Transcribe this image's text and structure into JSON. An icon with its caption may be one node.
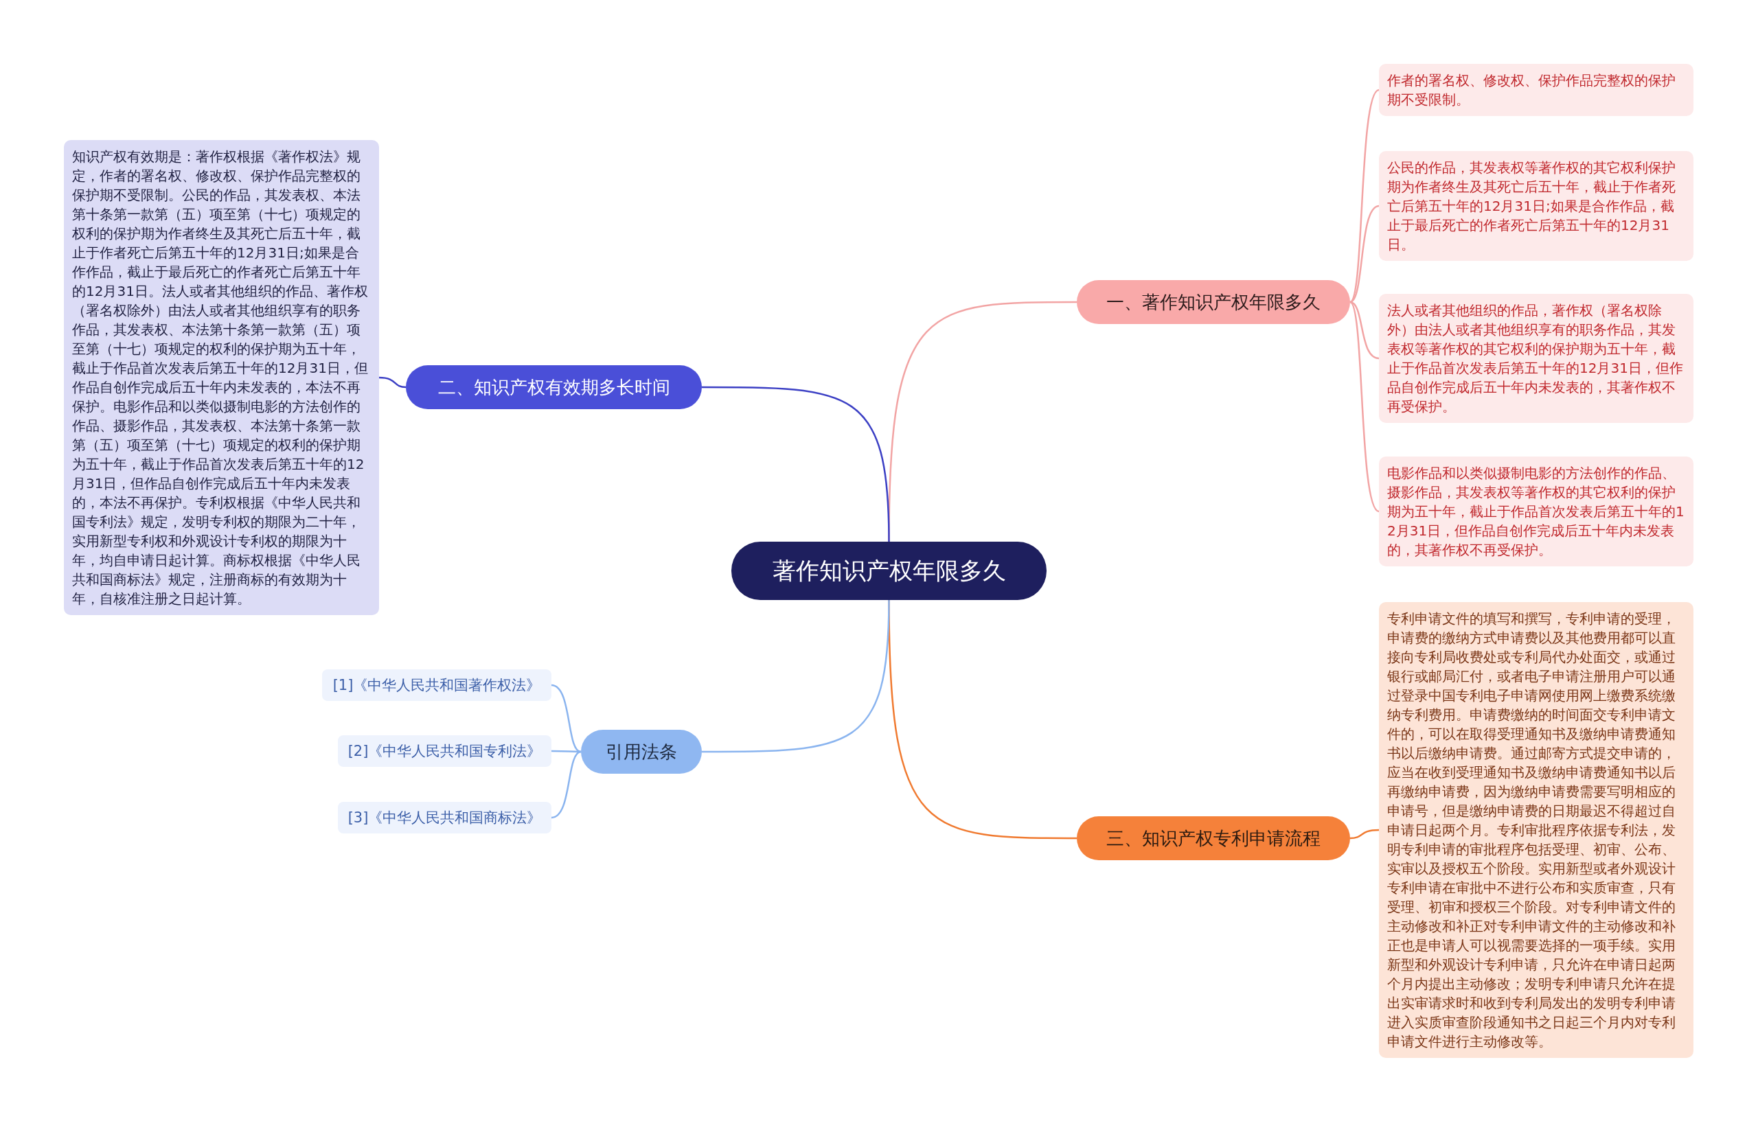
{
  "diagram": {
    "nodes": [
      {
        "text": [
          "著作知识产权年限多久"
        ]
      },
      {
        "text": [
          "一、著作知识产权年限多久"
        ]
      },
      {
        "text": [
          "作者的署名权、修改权、保护作品完整权的保护期不受限制。"
        ]
      },
      {
        "text": [
          "公民的作品，其发表权等著作权的其它权利保护期为作者终生及其死亡后五十年，截止于作者死亡后第五十年的12月31日;如果是合作作品，截止于最后死亡的作者死亡后第五十年的12月31日。"
        ]
      },
      {
        "text": [
          "法人或者其他组织的作品，著作权（署名权除外）由法人或者其他组织享有的职务作品，其发表权等著作权的其它权利的保护期为五十年，截止于作品首次发表后第五十年的12月31日，但作品自创作完成后五十年内未发表的，其著作权不再受保护。"
        ]
      },
      {
        "text": [
          "电影作品和以类似摄制电影的方法创作的作品、摄影作品，其发表权等著作权的其它权利的保护期为五十年，截止于作品首次发表后第五十年的12月31日，但作品自创作完成后五十年内未发表的，其著作权不再受保护。"
        ]
      },
      {
        "text": [
          "二、知识产权有效期多长时间"
        ]
      },
      {
        "text": [
          "知识产权有效期是：著作权根据《著作权法》规定，作者的署名权、修改权、保护作品完整权的保护期不受限制。公民的作品，其发表权、本法第十条第一款第（五）项至第（十七）项规定的权利的保护期为作者终生及其死亡后五十年，截止于作者死亡后第五十年的12月31日;如果是合作作品，截止于最后死亡的作者死亡后第五十年的12月31日。法人或者其他组织的作品、著作权（署名权除外）由法人或者其他组织享有的职务作品，其发表权、本法第十条第一款第（五）项至第（十七）项规定的权利的保护期为五十年，截止于作品首次发表后第五十年的12月31日，但作品自创作完成后五十年内未发表的，本法不再保护。电影作品和以类似摄制电影的方法创作的作品、摄影作品，其发表权、本法第十条第一款第（五）项至第（十七）项规定的权利的保护期为五十年，截止于作品首次发表后第五十年的12月31日，但作品自创作完成后五十年内未发表的，本法不再保护。专利权根据《中华人民共和国专利法》规定，发明专利权的期限为二十年，实用新型专利权和外观设计专利权的期限为十年，均自申请日起计算。商标权根据《中华人民共和国商标法》规定，注册商标的有效期为十年，自核准注册之日起计算。"
        ]
      },
      {
        "text": [
          "三、知识产权专利申请流程"
        ]
      },
      {
        "text": [
          "专利申请文件的填写和撰写，专利申请的受理，申请费的缴纳方式申请费以及其他费用都可以直接向专利局收费处或专利局代办处面交，或通过银行或邮局汇付，或者电子申请注册用户可以通过登录中国专利电子申请网使用网上缴费系统缴纳专利费用。申请费缴纳的时间面交专利申请文件的，可以在取得受理通知书及缴纳申请费通知书以后缴纳申请费。通过邮寄方式提交申请的，应当在收到受理通知书及缴纳申请费通知书以后再缴纳申请费，因为缴纳申请费需要写明相应的申请号，但是缴纳申请费的日期最迟不得超过自申请日起两个月。专利审批程序依据专利法，发明专利申请的审批程序包括受理、初审、公布、实审以及授权五个阶段。实用新型或者外观设计专利申请在审批中不进行公布和实质审查，只有受理、初审和授权三个阶段。对专利申请文件的主动修改和补正对专利申请文件的主动修改和补正也是申请人可以视需要选择的一项手续。实用新型和外观设计专利申请，只允许在申请日起两个月内提出主动修改；发明专利申请只允许在提出实审请求时和收到专利局发出的发明专利申请进入实质审查阶段通知书之日起三个月内对专利申请文件进行主动修改等。"
        ]
      },
      {
        "text": [
          "引用法条"
        ]
      },
      {
        "text": [
          "[1]《中华人民共和国著作权法》"
        ]
      },
      {
        "text": [
          "[2]《中华人民共和国专利法》"
        ]
      },
      {
        "text": [
          "[3]《中华人民共和国商标法》"
        ]
      }
    ],
    "edges": [
      {
        "from": 0,
        "to": 1,
        "arrow": "none",
        "color": "#f2a4a4"
      },
      {
        "from": 1,
        "to": 2,
        "arrow": "none",
        "color": "#f2a4a4"
      },
      {
        "from": 1,
        "to": 3,
        "arrow": "none",
        "color": "#f2a4a4"
      },
      {
        "from": 1,
        "to": 4,
        "arrow": "none",
        "color": "#f2a4a4"
      },
      {
        "from": 1,
        "to": 5,
        "arrow": "none",
        "color": "#f2a4a4"
      },
      {
        "from": 0,
        "to": 6,
        "arrow": "none",
        "color": "#3b3fc4"
      },
      {
        "from": 6,
        "to": 7,
        "arrow": "none",
        "color": "#3b3fc4"
      },
      {
        "from": 0,
        "to": 8,
        "arrow": "none",
        "color": "#f07a30"
      },
      {
        "from": 8,
        "to": 9,
        "arrow": "none",
        "color": "#f07a30"
      },
      {
        "from": 0,
        "to": 10,
        "arrow": "none",
        "color": "#8ab4ef"
      },
      {
        "from": 10,
        "to": 11,
        "arrow": "none",
        "color": "#8ab4ef"
      },
      {
        "from": 10,
        "to": 12,
        "arrow": "none",
        "color": "#8ab4ef"
      },
      {
        "from": 10,
        "to": 13,
        "arrow": "none",
        "color": "#8ab4ef"
      }
    ]
  }
}
